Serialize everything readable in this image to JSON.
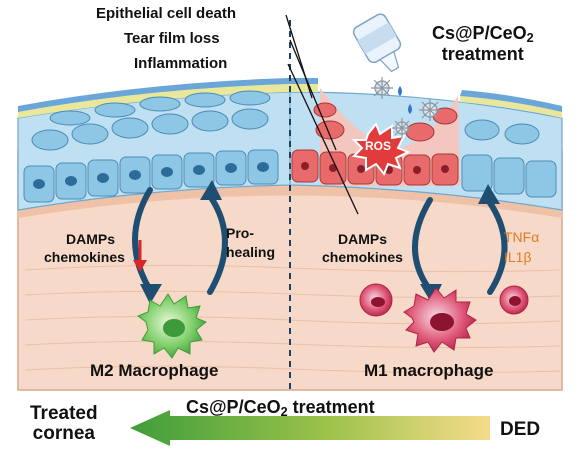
{
  "callouts": {
    "epithelial": "Epithelial cell death",
    "tear_film": "Tear film loss",
    "inflammation": "Inflammation"
  },
  "treatment_header": {
    "line1_main": "Cs@P/CeO",
    "line1_sub": "2",
    "line2": "treatment"
  },
  "ros_label": "ROS",
  "left_panel": {
    "damps": "DAMPs",
    "chemokines": "chemokines",
    "pro": "Pro-",
    "healing": "healing",
    "macrophage": "M2 Macrophage"
  },
  "right_panel": {
    "damps": "DAMPs",
    "chemokines": "chemokines",
    "tnf": "TNFα",
    "il1b": "IL1β",
    "macrophage": "M1 macrophage"
  },
  "bottom": {
    "treated_line1": "Treated",
    "treated_line2": "cornea",
    "arrow_main": "Cs@P/CeO",
    "arrow_sub": "2",
    "arrow_suffix": " treatment",
    "ded": "DED"
  },
  "colors": {
    "stroma": "#f6d9c8",
    "epithelium": "#a9d3ec",
    "damaged_cell": "#e86a6a",
    "flow_arrow": "#1f4e73",
    "m2_macrophage": "#6cc46a",
    "m1_macrophage": "#d23a5a",
    "gradient_start": "#3f9d3a",
    "gradient_end": "#f0d070",
    "cytokine_text": "#e07a20",
    "down_arrow": "#d62828"
  },
  "icons": [
    "eye-drop-bottle-icon",
    "nanoparticle-icon",
    "ros-burst-icon",
    "macrophage-icon"
  ]
}
